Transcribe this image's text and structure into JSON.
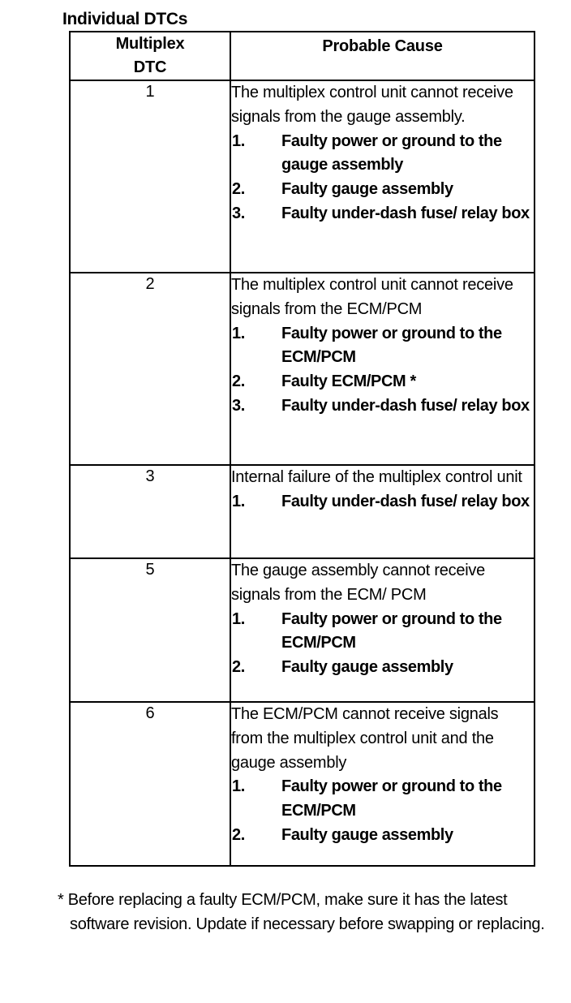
{
  "page": {
    "title": "Individual DTCs"
  },
  "table": {
    "columns": [
      {
        "label_line1": "Multiplex",
        "label_line2": "DTC"
      },
      {
        "label": "Probable Cause"
      }
    ],
    "rows": [
      {
        "code": "1",
        "lead": "The multiplex control unit cannot receive signals from the gauge assembly.",
        "items": [
          {
            "num": "1.",
            "text": "Faulty power or ground to the gauge assembly"
          },
          {
            "num": "2.",
            "text": "Faulty gauge assembly"
          },
          {
            "num": "3.",
            "text": "Faulty under-dash fuse/ relay box"
          }
        ]
      },
      {
        "code": "2",
        "lead": "The multiplex control unit cannot receive signals from the ECM/PCM",
        "items": [
          {
            "num": "1.",
            "text": "Faulty power or ground to the ECM/PCM"
          },
          {
            "num": "2.",
            "text": "Faulty ECM/PCM *"
          },
          {
            "num": "3.",
            "text": "Faulty under-dash fuse/ relay box"
          }
        ]
      },
      {
        "code": "3",
        "lead": "Internal failure of the multiplex control unit",
        "items": [
          {
            "num": "1.",
            "text": "Faulty under-dash fuse/ relay box"
          }
        ]
      },
      {
        "code": "5",
        "lead": "The gauge assembly cannot receive signals from the ECM/ PCM",
        "items": [
          {
            "num": "1.",
            "text": "Faulty power or ground to the ECM/PCM"
          },
          {
            "num": "2.",
            "text": "Faulty gauge assembly"
          }
        ]
      },
      {
        "code": "6",
        "lead": "The ECM/PCM cannot receive signals from the multiplex control unit and the gauge assembly",
        "items": [
          {
            "num": "1.",
            "text": "Faulty power or ground to the ECM/PCM"
          },
          {
            "num": "2.",
            "text": "Faulty gauge assembly"
          }
        ]
      }
    ]
  },
  "footnote": {
    "marker": "*",
    "text": "Before replacing a faulty ECM/PCM, make sure it has the latest software revision. Update if necessary before swapping or replacing."
  }
}
